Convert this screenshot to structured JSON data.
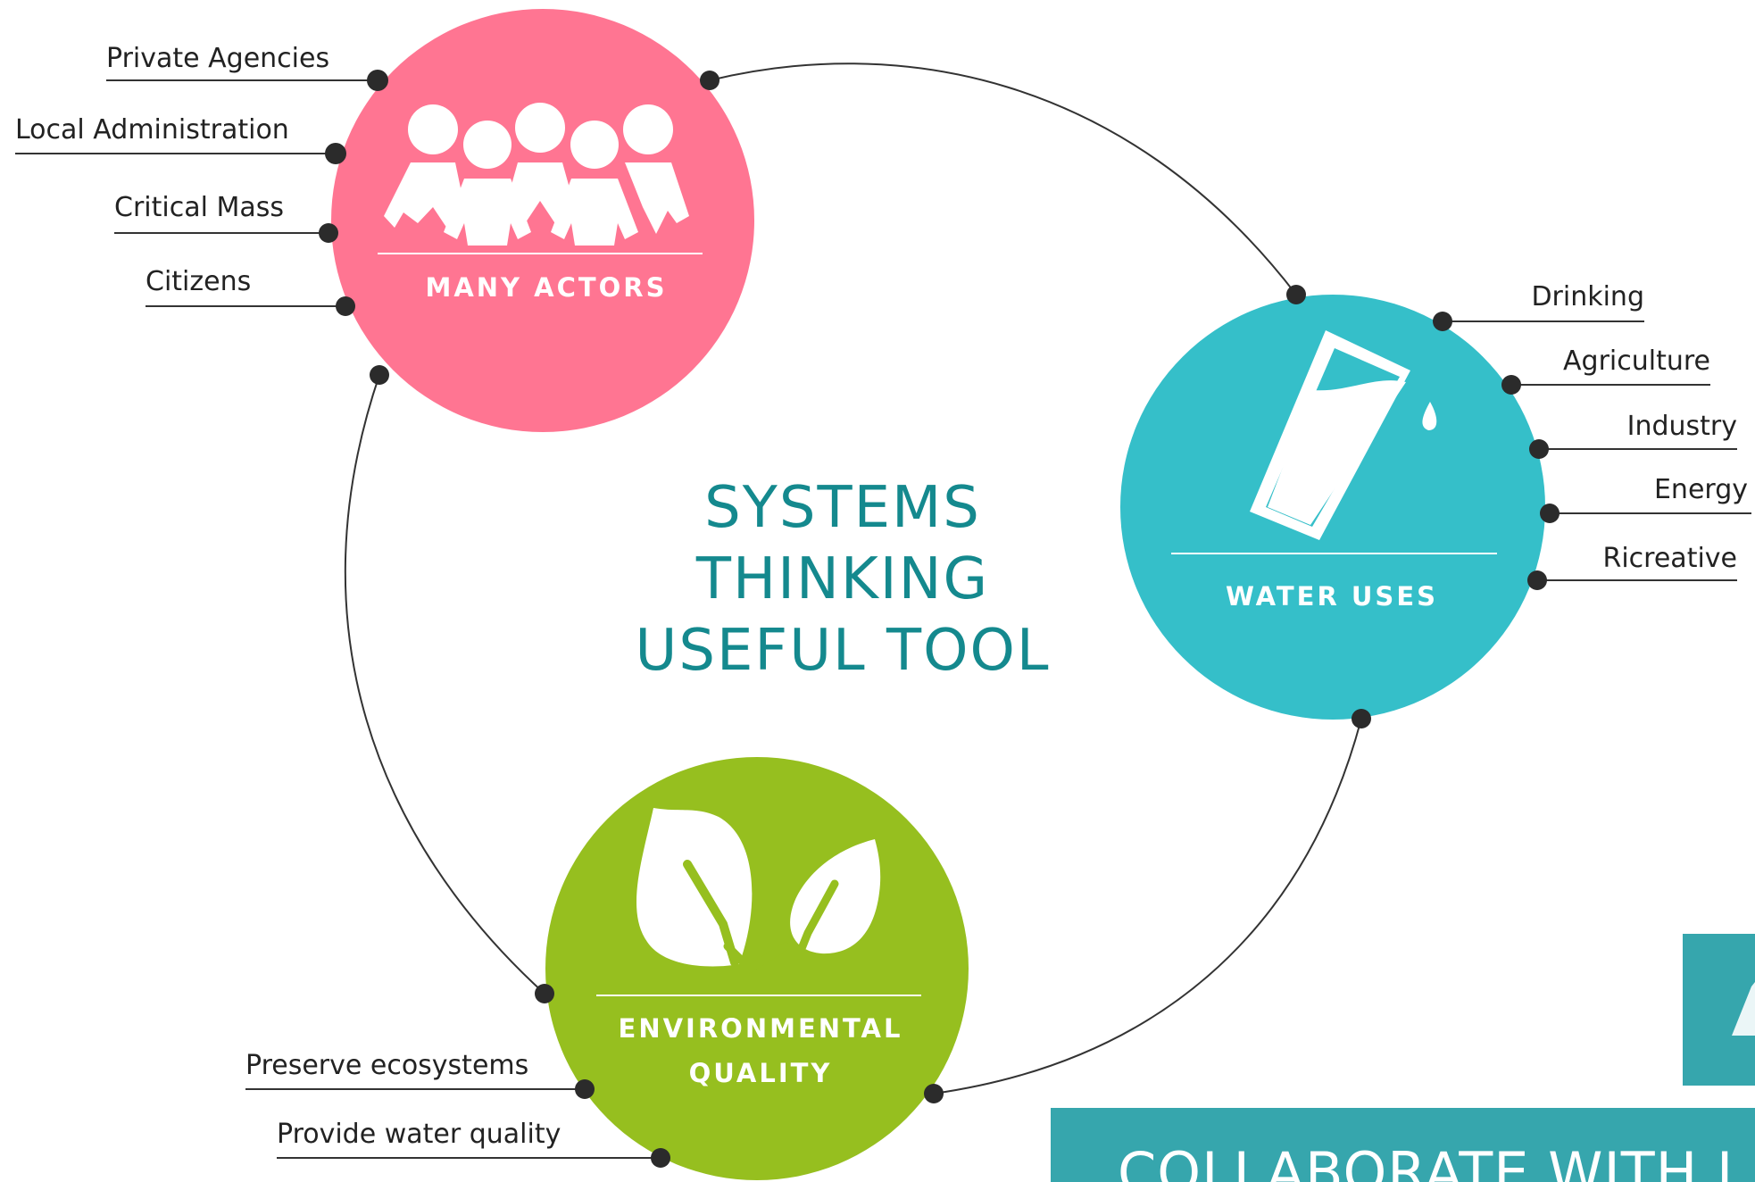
{
  "center_title": [
    "SYSTEMS",
    "THINKING",
    "USEFUL TOOL"
  ],
  "actors": {
    "label": "MANY ACTORS",
    "items": [
      "Private Agencies",
      "Local Administration",
      "Critical Mass",
      "Citizens"
    ]
  },
  "water": {
    "label": "WATER USES",
    "items": [
      "Drinking",
      "Agriculture",
      "Industry",
      "Energy",
      "Ricreative"
    ]
  },
  "environment": {
    "label_lines": [
      "ENVIRONMENTAL",
      "QUALITY"
    ],
    "items": [
      "Preserve ecosystems",
      "Provide water quality"
    ]
  },
  "banner_text": "COLLABORATE WITH I",
  "colors": {
    "pink": "#FF7592",
    "teal": "#35BFC9",
    "green": "#96BF1F",
    "title_teal": "#14898E",
    "banner": "#36A6AD",
    "dot": "#2B2B2B"
  }
}
